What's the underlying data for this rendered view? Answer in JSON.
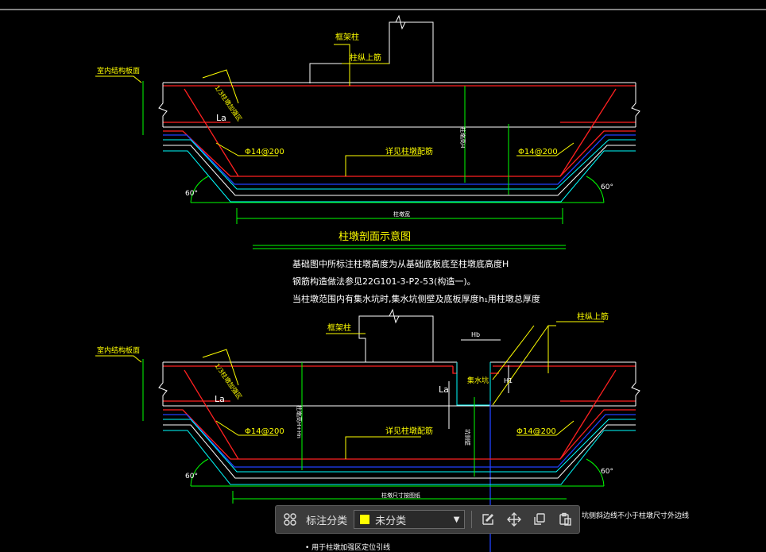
{
  "drawing": {
    "title_top": "柱墩剖面示意图",
    "notes": [
      "基础图中所标注柱墩高度为从基础底板底至柱墩底高度H",
      "钢筋构造做法参见22G101-3-P2-53(构造一)。",
      "当柱墩范围内有集水坑时,集水坑侧壁及底板厚度h₁用柱墩总厚度"
    ],
    "labels": {
      "column_top": "框架柱",
      "column_bar_top": "柱纵上筋",
      "slab_face_top": "室内结构板面",
      "slab_face_bottom": "室内结构板面",
      "diag_note_top": "1/3柱墩加强区",
      "diag_note_bottom": "1/3柱墩加强区",
      "la": "La",
      "rebar_left_top": "Φ14@200",
      "rebar_right_top": "Φ14@200",
      "rebar_left_bottom": "Φ14@200",
      "rebar_right_bottom": "Φ14@200",
      "detail_bar_top": "详见柱墩配筋",
      "detail_bar_bottom": "详见柱墩配筋",
      "angle_left": "60°",
      "angle_right": "60°",
      "dim_h": "柱墩高H",
      "dim_width": "柱墩宽",
      "dim_h_bottom": "柱墩高H+Hn",
      "column_bottom": "框架柱",
      "bar_bottom_right": "柱纵上筋",
      "pit": "集水坑",
      "hb": "Hb",
      "h1": "H1",
      "side_note": "坑侧壁",
      "bottom_width": "柱墩尺寸按图纸",
      "overflow_note": "坑侧斜边线不小于柱墩尺寸外边线",
      "footer_note": "• 用于柱墩加强区定位引线"
    }
  },
  "toolbar": {
    "label": "标注分类",
    "selected": "未分类",
    "selected_color": "#ffff00",
    "icons": [
      "grid-icon",
      "edit-icon",
      "move-icon",
      "copy-icon",
      "paste-icon"
    ]
  },
  "colors": {
    "background": "#000000",
    "white": "#ffffff",
    "yellow": "#ffff00",
    "red": "#ff2020",
    "cyan": "#00ffff",
    "blue": "#2040ff",
    "green": "#00ff00"
  }
}
